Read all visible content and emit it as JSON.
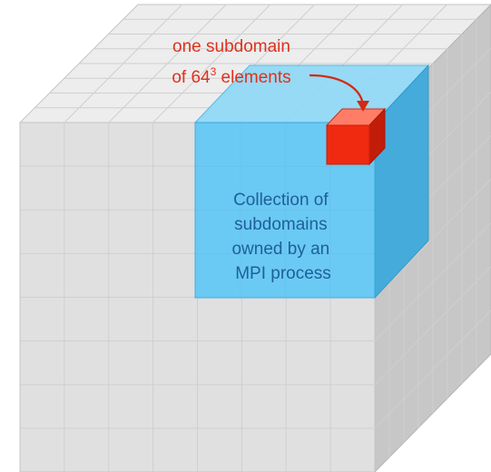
{
  "annotation": {
    "line1": "one subdomain",
    "line2_prefix": "of 64",
    "line2_sup": "3",
    "line2_suffix": " elements"
  },
  "block_label": {
    "lines": [
      "Collection of",
      "subdomains",
      "owned by an",
      "MPI process"
    ]
  },
  "colors": {
    "cube_front": "#e0e0e0",
    "cube_top": "#ededed",
    "cube_side": "#c7c7c7",
    "grid_line": "#cfcfcf",
    "block_front": "#5ec8f6",
    "block_top": "#8fd9f7",
    "block_side": "#3aa9dc",
    "subdomain_front": "#f02a10",
    "subdomain_top": "#ff7d66",
    "subdomain_side": "#c21d08",
    "annotation_text": "#e0301c",
    "label_text": "#1f5f9a"
  }
}
